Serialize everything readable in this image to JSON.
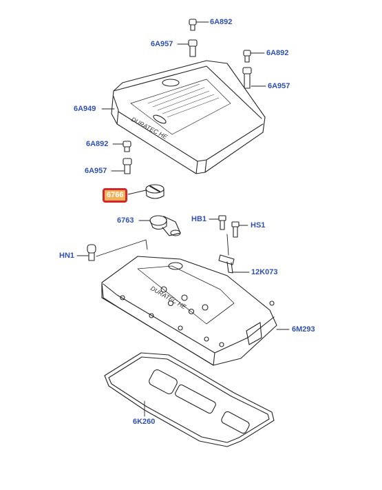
{
  "diagram": {
    "labels": {
      "p1": "6A892",
      "p2": "6A957",
      "p3": "6A892",
      "p4": "6A957",
      "p5": "6A949",
      "p6": "6A892",
      "p7": "6A957",
      "p8": "6766",
      "p9": "6763",
      "p10": "HB1",
      "p11": "HS1",
      "p12": "HN1",
      "p13": "12K073",
      "p14": "6M293",
      "p15": "6K260"
    },
    "emboss": {
      "cover_text": "DURATEC HE",
      "head_text": "DURATEC HE"
    },
    "highlight_part": "6766",
    "colors": {
      "label": "#2f4fb8",
      "highlight_fill": "#f0b25a",
      "highlight_border": "#d6262a",
      "line": "#222222"
    }
  }
}
